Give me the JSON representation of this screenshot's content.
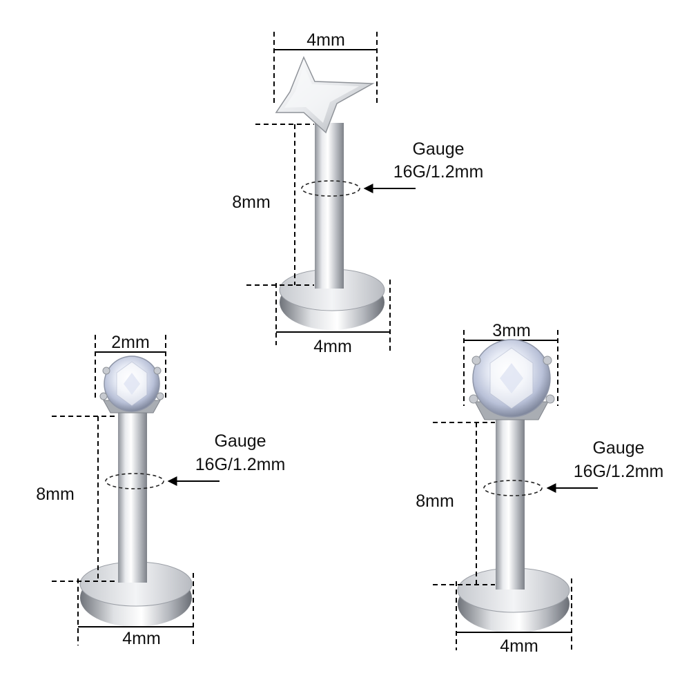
{
  "items": [
    {
      "top_type": "star",
      "top_label": "4mm",
      "length_label": "8mm",
      "base_label": "4mm",
      "gauge_title": "Gauge",
      "gauge_value": "16G/1.2mm"
    },
    {
      "top_type": "gem",
      "top_label": "2mm",
      "length_label": "8mm",
      "base_label": "4mm",
      "gauge_title": "Gauge",
      "gauge_value": "16G/1.2mm"
    },
    {
      "top_type": "gem",
      "top_label": "3mm",
      "length_label": "8mm",
      "base_label": "4mm",
      "gauge_title": "Gauge",
      "gauge_value": "16G/1.2mm"
    }
  ],
  "colors": {
    "metal_light": "#f4f5f7",
    "metal_mid": "#c9ccd1",
    "metal_dark": "#8d9198",
    "line": "#000000",
    "gem_tint": "#cfd6ee"
  }
}
